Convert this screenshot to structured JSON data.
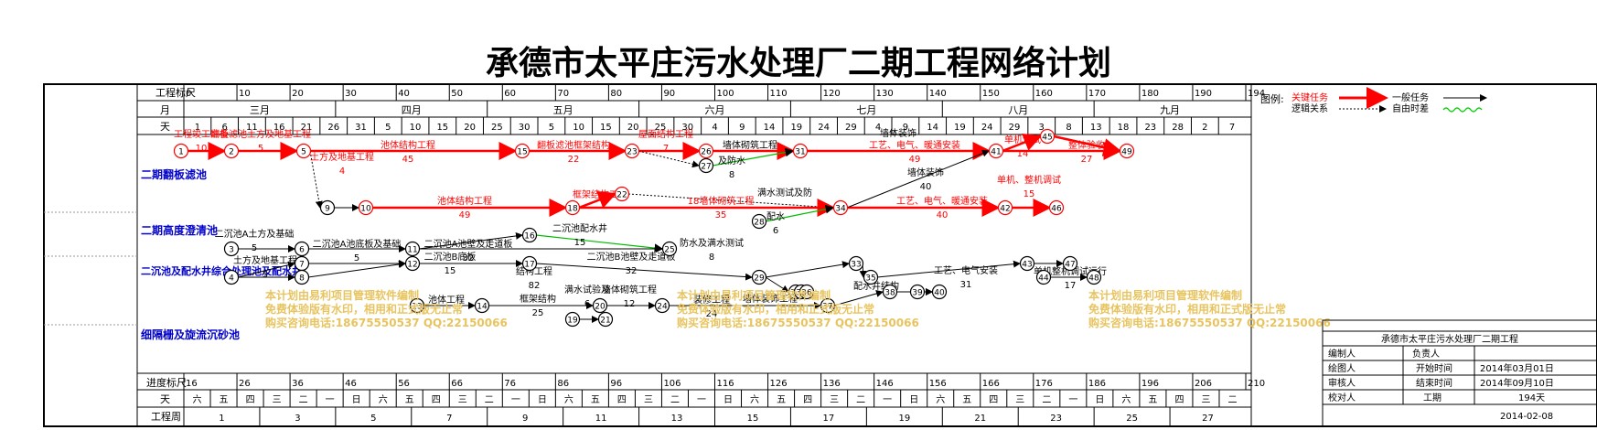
{
  "title": "承德市太平庄污水处理厂二期工程网络计划",
  "top_scale": {
    "label": "工程标尺",
    "ticks": [
      "0",
      "10",
      "20",
      "30",
      "40",
      "50",
      "60",
      "70",
      "80",
      "90",
      "100",
      "110",
      "120",
      "130",
      "140",
      "150",
      "160",
      "170",
      "180",
      "190",
      "194"
    ]
  },
  "month_row": {
    "label": "月",
    "months": [
      "三月",
      "四月",
      "五月",
      "六月",
      "七月",
      "八月",
      "九月"
    ]
  },
  "day_row": {
    "label": "天",
    "days": [
      "1",
      "6",
      "11",
      "16",
      "21",
      "26",
      "31",
      "5",
      "10",
      "15",
      "20",
      "25",
      "30",
      "5",
      "10",
      "15",
      "20",
      "25",
      "30",
      "4",
      "9",
      "14",
      "19",
      "24",
      "29",
      "4",
      "9",
      "14",
      "19",
      "24",
      "29",
      "3",
      "8",
      "13",
      "18",
      "23",
      "28",
      "2",
      "7"
    ]
  },
  "lanes": [
    {
      "label": "二期翻板滤池"
    },
    {
      "label": "二期高度澄清池"
    },
    {
      "label": "二沉池及配水井综合处理池及配水井"
    },
    {
      "label": "细隔栅及旋流沉砂池"
    }
  ],
  "nodes": [
    "1",
    "2",
    "3",
    "4",
    "5",
    "6",
    "7",
    "8",
    "9",
    "10",
    "11",
    "12",
    "13",
    "14",
    "15",
    "16",
    "17",
    "18",
    "19",
    "20",
    "21",
    "22",
    "23",
    "24",
    "25",
    "26",
    "27",
    "28",
    "29",
    "30",
    "31",
    "32",
    "33",
    "34",
    "35",
    "36",
    "37",
    "38",
    "39",
    "40",
    "41",
    "42",
    "43",
    "44",
    "45",
    "46",
    "47",
    "48",
    "49"
  ],
  "tasks": [
    {
      "label": "工程竣工准备",
      "dur": "10"
    },
    {
      "label": "翻板滤池土方及地基工程",
      "dur": "5"
    },
    {
      "label": "土方及地基工程",
      "dur": "4"
    },
    {
      "label": "池体结构工程",
      "dur": "45"
    },
    {
      "label": "翻板滤池框架结构",
      "dur": "22"
    },
    {
      "label": "屋面结构工程",
      "dur": "7"
    },
    {
      "label": "墙体砌筑工程",
      "dur": ""
    },
    {
      "label": "工艺、电气、暖通安装",
      "dur": "49"
    },
    {
      "label": "单机调试",
      "dur": "14"
    },
    {
      "label": "整体验收",
      "dur": "27"
    },
    {
      "label": "墙体装饰",
      "dur": ""
    },
    {
      "label": "及防水",
      "dur": "8"
    },
    {
      "label": "池体结构工程",
      "dur": "49"
    },
    {
      "label": "框架结构工程",
      "dur": ""
    },
    {
      "label": "18墙体砌筑工程",
      "dur": "35"
    },
    {
      "label": "满水测试及防",
      "dur": ""
    },
    {
      "label": "配水",
      "dur": "6"
    },
    {
      "label": "工艺、电气、暖通安装",
      "dur": "40"
    },
    {
      "label": "墙体装饰",
      "dur": "40"
    },
    {
      "label": "单机、整机调试",
      "dur": "15"
    },
    {
      "label": "二沉池A土方及基础",
      "dur": "5"
    },
    {
      "label": "二沉池A池底板及基础",
      "dur": "5"
    },
    {
      "label": "二沉池A池壁及走道板",
      "dur": "32"
    },
    {
      "label": "二沉池配水井",
      "dur": "15"
    },
    {
      "label": "防水及满水测试",
      "dur": "8"
    },
    {
      "label": "土方及地基工程",
      "dur": "5"
    },
    {
      "label": "二沉池B底板",
      "dur": "15"
    },
    {
      "label": "二沉池B池壁及走道板",
      "dur": "32"
    },
    {
      "label": "结构工程",
      "dur": "82"
    },
    {
      "label": "墙体装饰工程",
      "dur": ""
    },
    {
      "label": "配水井结构",
      "dur": ""
    },
    {
      "label": "工艺、电气安装",
      "dur": "31"
    },
    {
      "label": "单机整机调试运行",
      "dur": "17"
    },
    {
      "label": "池体工程",
      "dur": ""
    },
    {
      "label": "框架结构",
      "dur": "25"
    },
    {
      "label": "满水试验及",
      "dur": "6"
    },
    {
      "label": "墙体砌筑工程",
      "dur": "12"
    },
    {
      "label": "装修工程",
      "dur": "24"
    }
  ],
  "watermark": {
    "line1": "本计划由易利项目管理软件编制",
    "line2": "免费体验版有水印，相用和正式版无止常",
    "line3": "购买咨询电话:18675550537 QQ:22150066"
  },
  "bottom_scale": {
    "label": "进度标尺",
    "ticks": [
      "16",
      "26",
      "36",
      "46",
      "56",
      "66",
      "76",
      "86",
      "96",
      "106",
      "116",
      "126",
      "136",
      "146",
      "156",
      "166",
      "176",
      "186",
      "196",
      "206",
      "210"
    ]
  },
  "weekday_row": {
    "label": "天",
    "days": [
      "六",
      "五",
      "四",
      "三",
      "二",
      "一",
      "日",
      "六",
      "五",
      "四",
      "三",
      "二",
      "一",
      "日",
      "六",
      "五",
      "四",
      "三",
      "二",
      "一",
      "日",
      "六",
      "五",
      "四",
      "三",
      "二",
      "一",
      "日",
      "六",
      "五",
      "四",
      "三",
      "二",
      "一",
      "日",
      "六",
      "五",
      "四",
      "三",
      "二"
    ]
  },
  "week_row": {
    "label": "工程周",
    "weeks": [
      "1",
      "3",
      "5",
      "7",
      "9",
      "11",
      "13",
      "15",
      "17",
      "19",
      "21",
      "23",
      "25",
      "27"
    ]
  },
  "legend": {
    "title": "图例:",
    "critical": "关键任务",
    "logic": "逻辑关系",
    "normal": "一般任务",
    "float": "自由时差"
  },
  "info": {
    "project": "承德市太平庄污水处理厂二期工程",
    "editor": "编制人",
    "manager": "负责人",
    "drawer": "绘图人",
    "start_label": "开始时间",
    "start": "2014年03月01日",
    "reviewer": "审核人",
    "end_label": "结束时间",
    "end": "2014年09月10日",
    "checker": "校对人",
    "duration_label": "工期",
    "duration": "194天",
    "date": "2014-02-08"
  }
}
